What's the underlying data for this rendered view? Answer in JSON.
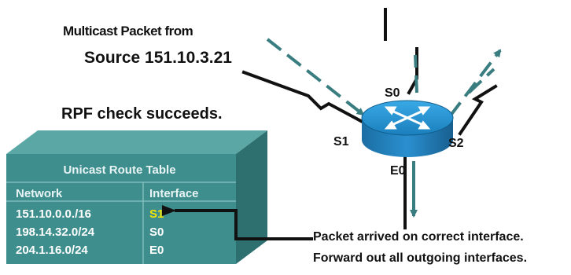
{
  "source_label": {
    "line1": "Multicast Packet from",
    "line2": "Source 151.10.3.21"
  },
  "rpf_status": "RPF check succeeds.",
  "router": {
    "icon": "router-icon",
    "interfaces": {
      "s0": "S0",
      "s1": "S1",
      "s2": "S2",
      "e0": "E0"
    }
  },
  "route_table": {
    "title": "Unicast Route Table",
    "headers": [
      "Network",
      "Interface"
    ],
    "rows": [
      {
        "network": "151.10.0.0./16",
        "interface": "S1"
      },
      {
        "network": "198.14.32.0/24",
        "interface": "S0"
      },
      {
        "network": "204.1.16.0/24",
        "interface": "E0"
      }
    ]
  },
  "packet_note": {
    "line1": "Packet arrived on correct interface.",
    "line2": "Forward out all outgoing interfaces."
  },
  "colors": {
    "teal_face": "#3f8e8e",
    "teal_side": "#2e6f70",
    "teal_top": "#5aa7a6",
    "arrow_teal": "#3a7d80",
    "router_blue": "#1f8fd0",
    "highlight_yellow": "#f2e600"
  }
}
